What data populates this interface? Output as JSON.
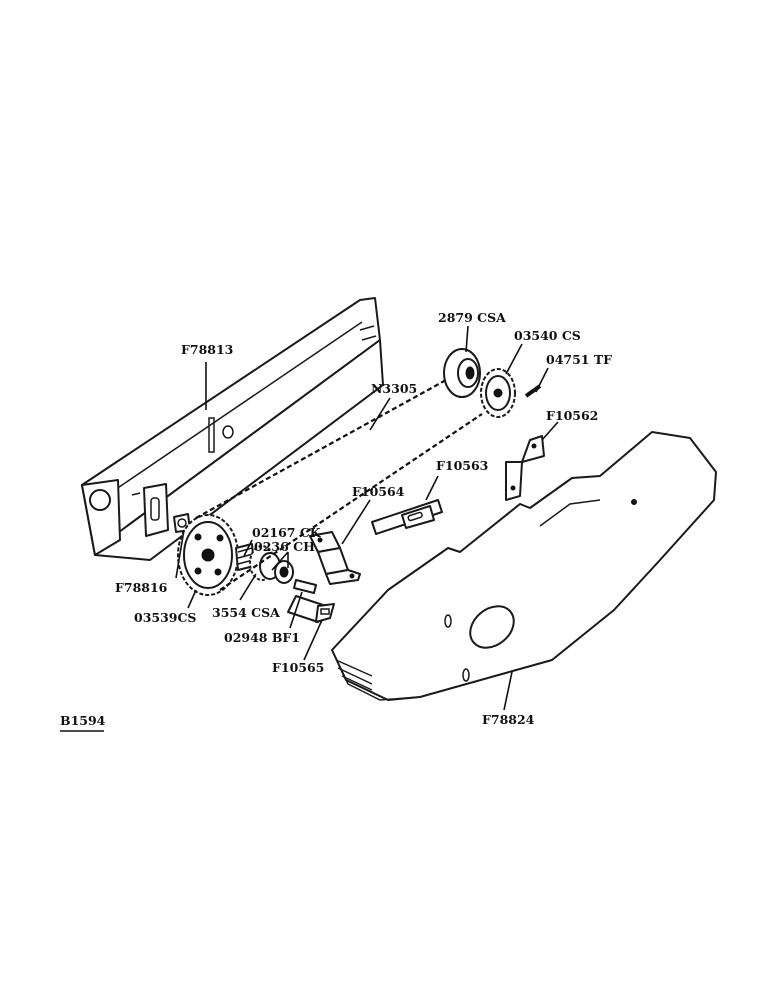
{
  "labels": {
    "f78813": "F78813",
    "n3305": "N3305",
    "p2879csa": "2879 CSA",
    "p03540cs": "03540 CS",
    "p04751tf": "04751 TF",
    "f10562": "F10562",
    "f10563": "F10563",
    "f10564": "F10564",
    "p02167ck": "02167 CK",
    "p0236ch": "0236 CH",
    "f78816": "F78816",
    "p03539cs": "03539CS",
    "p3554csa": "3554 CSA",
    "p02948bf1": "02948 BF1",
    "f10565": "F10565",
    "f78824": "F78824"
  },
  "figure_ref": "B1594"
}
